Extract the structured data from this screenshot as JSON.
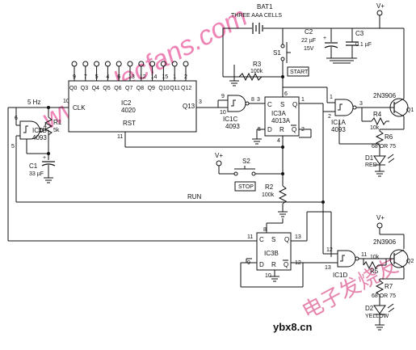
{
  "battery": {
    "ref": "BAT1",
    "desc": "THREE AAA CELLS"
  },
  "vplus": "V+",
  "c2": {
    "ref": "C2",
    "value": "22 µF",
    "volt": "15V"
  },
  "c3": {
    "ref": "C3",
    "value": "0.1 µF"
  },
  "s1": "S1",
  "start": "START",
  "r3": {
    "ref": "R3",
    "value": "100k"
  },
  "ic2": {
    "ref": "IC2",
    "part": "4020",
    "clk": "CLK",
    "rst": "RST",
    "q13": "Q13",
    "pin_clk": "10",
    "pin_q13": "3",
    "pin_rst": "11",
    "outputs": [
      "Q0",
      "Q3",
      "Q4",
      "Q5",
      "Q6",
      "Q7",
      "Q8",
      "Q9",
      "Q10",
      "Q11",
      "Q12"
    ],
    "pins": [
      "9",
      "7",
      "5",
      "4",
      "6",
      "13",
      "12",
      "14",
      "15",
      "1",
      "2"
    ]
  },
  "clock": {
    "freq": "5 Hz",
    "ic": "IC1B",
    "part": "4093",
    "r1": "R1",
    "r1v": "5k",
    "c1": "C1",
    "c1v": "33 µF",
    "p6": "6",
    "p5": "5",
    "p4": "4"
  },
  "ic1c": {
    "ref": "IC1C",
    "part": "4093",
    "p9": "9",
    "p10": "10",
    "p8": "8"
  },
  "ic3a": {
    "ref": "IC3A",
    "part": "4013A",
    "c": "C",
    "s": "S",
    "d": "D",
    "r": "R",
    "q": "Q",
    "qb": "Q",
    "p1": "1",
    "p2": "2",
    "p3": "3",
    "p4": "4",
    "p5": "5",
    "p6": "6"
  },
  "ic1a": {
    "ref": "IC1A",
    "part": "4093",
    "p1": "1",
    "p2": "2",
    "p3": "3"
  },
  "r4": {
    "ref": "R4",
    "value": "10k"
  },
  "q1": {
    "part": "2N3906",
    "ref": "Q1"
  },
  "r6": {
    "ref": "R6",
    "value": "68 OR 75"
  },
  "d1": {
    "ref": "D1",
    "color": "RED"
  },
  "s2": "S2",
  "stop": "STOP",
  "r2": {
    "ref": "R2",
    "value": "100k"
  },
  "run": "RUN",
  "ic3b": {
    "ref": "IC3B",
    "c": "C",
    "s": "S",
    "d": "D",
    "r": "R",
    "q": "Q",
    "qb": "Q",
    "p8": "8",
    "p9": "9",
    "p10": "10",
    "p11": "11",
    "p12": "12",
    "p13": "13"
  },
  "ic1d": {
    "ref": "IC1D",
    "part": "4093",
    "p11": "11",
    "p12": "12",
    "p13": "13"
  },
  "r5": {
    "ref": "R5",
    "value": "10k"
  },
  "q2": {
    "part": "2N3906",
    "ref": "Q2"
  },
  "r7": {
    "ref": "R7",
    "value": "68 OR 75"
  },
  "d2": {
    "ref": "D2",
    "color": "YELLOW"
  },
  "watermark": {
    "site": "www.elecfans.com",
    "cn": "电子发烧友",
    "site2": "ybx8.cn"
  }
}
